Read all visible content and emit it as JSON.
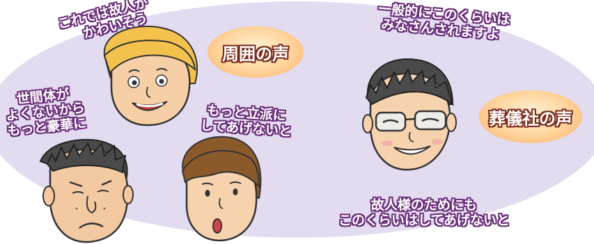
{
  "badges": {
    "surroundings": "周囲の声",
    "funeral_company": "葬儀社の声"
  },
  "quotes": {
    "pitiful": [
      "これでは故人が",
      "かわいそう"
    ],
    "appearances": [
      "世間体が",
      "よくないから",
      "もっと豪華に"
    ],
    "more_grand": [
      "もっと立派に",
      "してあげないと"
    ],
    "typical": [
      "一般的にこのくらいは",
      "みなさんされますよ"
    ],
    "for_deceased": [
      "故人様のためにも",
      "このくらいはしてあげないと"
    ]
  },
  "colors": {
    "background_ellipse": "#e3dbf0",
    "quote_outline": "#6a2f7a",
    "badge_fill": "#ffd39a",
    "badge_outline": "#7a2d1f"
  },
  "illustrations": [
    "blonde-woman-face",
    "frowning-man-face",
    "brown-haired-woman-face",
    "smiling-man-with-glasses-face"
  ]
}
